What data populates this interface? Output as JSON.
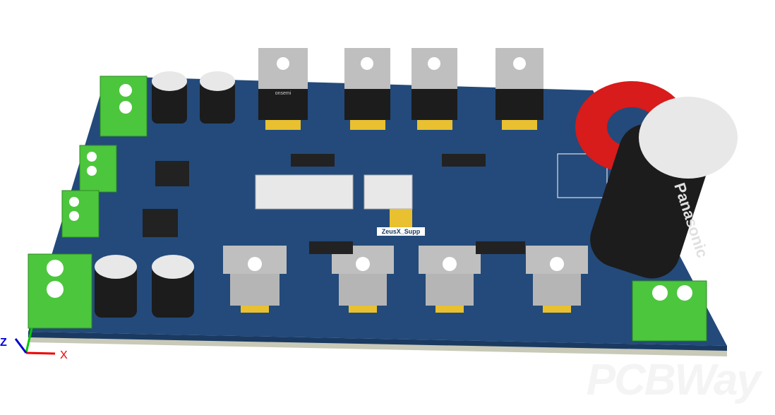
{
  "colors": {
    "board": "#234a7a",
    "board_edge": "#1a3a62",
    "terminal": "#4cc63d",
    "heatsink_tab": "#bfbfbf",
    "toroid": "#d81b1b",
    "pad": "#e8c030"
  },
  "labels": {
    "transistor_brand": "onsemi",
    "capacitor_brand": "Panasonic",
    "silkscreen_label": "ZeusX_Supp",
    "watermark": "PCBWay"
  },
  "axes": {
    "z_label": "Z",
    "x_label": "X"
  }
}
